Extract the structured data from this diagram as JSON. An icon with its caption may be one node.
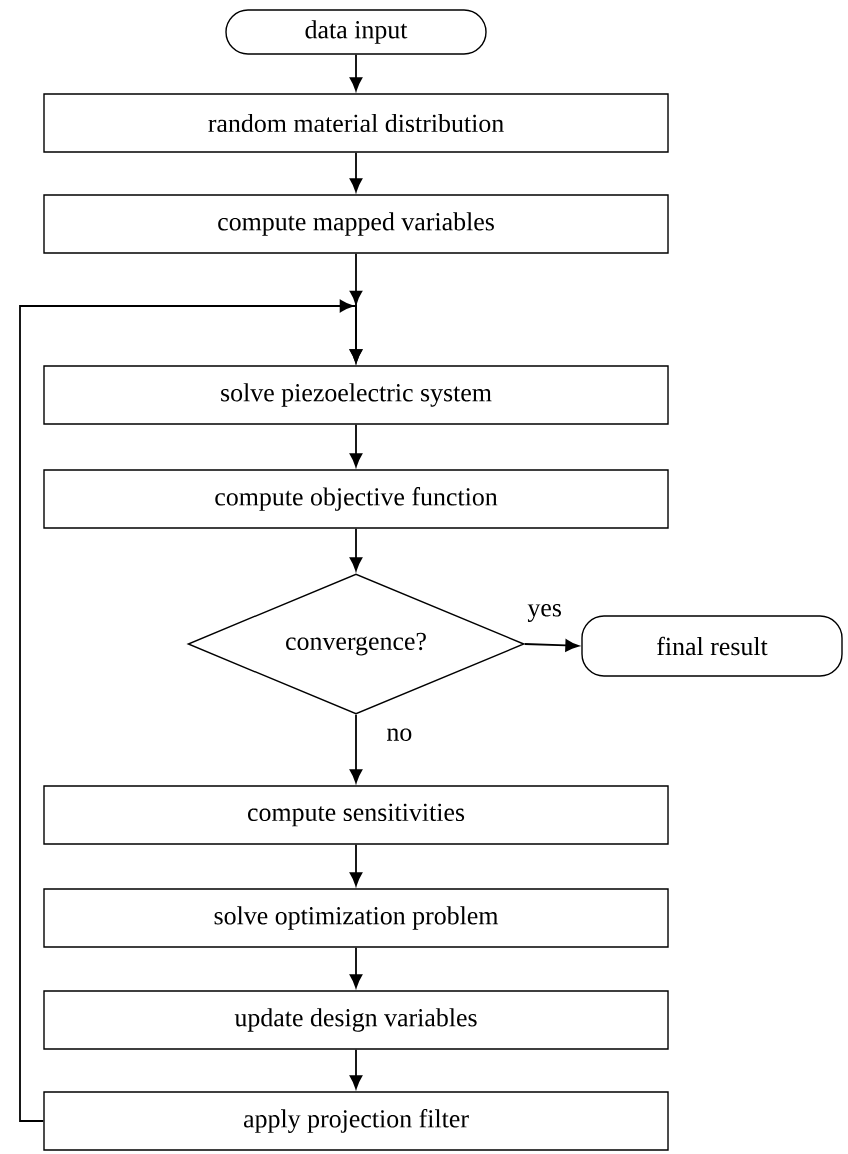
{
  "diagram": {
    "nodes": [
      {
        "text": [
          "data input"
        ]
      },
      {
        "text": [
          "random material distribution"
        ]
      },
      {
        "text": [
          "compute mapped variables"
        ]
      },
      {
        "text": [
          "solve piezoelectric system"
        ]
      },
      {
        "text": [
          "compute objective function"
        ]
      },
      {
        "text": [
          "convergence?"
        ]
      },
      {
        "text": [
          "final result"
        ]
      },
      {
        "text": [
          "compute sensitivities"
        ]
      },
      {
        "text": [
          "solve optimization problem"
        ]
      },
      {
        "text": [
          "update design variables"
        ]
      },
      {
        "text": [
          "apply projection filter"
        ]
      }
    ],
    "edges": [
      {
        "from": 0,
        "to": 1,
        "arrow": "to"
      },
      {
        "from": 1,
        "to": 2,
        "arrow": "to"
      },
      {
        "from": 2,
        "to": 3,
        "arrow": "to"
      },
      {
        "from": 3,
        "to": 4,
        "arrow": "to"
      },
      {
        "from": 4,
        "to": 5,
        "arrow": "to"
      },
      {
        "from": 5,
        "to": 6,
        "arrow": "to",
        "label": "yes"
      },
      {
        "from": 5,
        "to": 7,
        "arrow": "to",
        "label": "no"
      },
      {
        "from": 7,
        "to": 8,
        "arrow": "to"
      },
      {
        "from": 8,
        "to": 9,
        "arrow": "to"
      },
      {
        "from": 9,
        "to": 10,
        "arrow": "to"
      },
      {
        "from": 10,
        "to": 3,
        "arrow": "to"
      }
    ]
  }
}
